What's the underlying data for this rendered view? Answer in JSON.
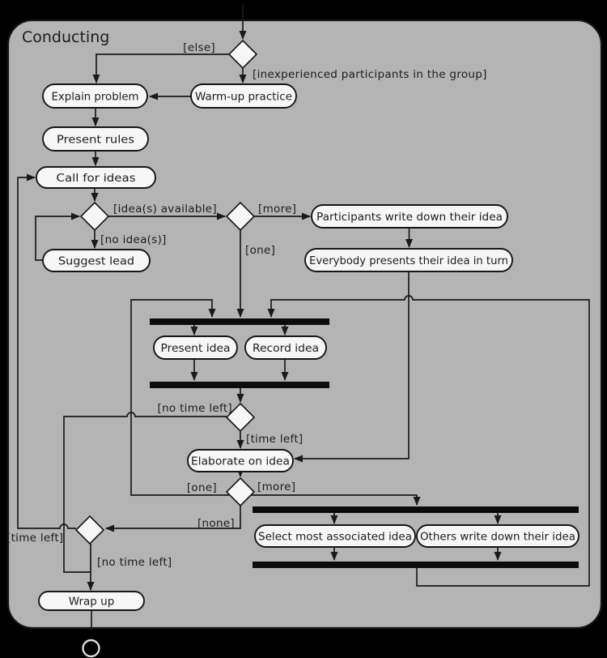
{
  "frame": {
    "title": "Conducting"
  },
  "nodes": {
    "explain_problem": "Explain problem",
    "warm_up": "Warm-up practice",
    "present_rules": "Present rules",
    "call_for_ideas": "Call for ideas",
    "suggest_lead": "Suggest lead",
    "participants_write": "Participants write down their idea",
    "everybody_presents": "Everybody presents their idea in turn",
    "present_idea": "Present idea",
    "record_idea": "Record idea",
    "elaborate": "Elaborate on idea",
    "select_most": "Select most associated idea",
    "others_write": "Others write down their idea",
    "wrap_up": "Wrap up"
  },
  "guards": {
    "else": "[else]",
    "inexperienced": "[inexperienced participants in the group]",
    "ideas_available": "[idea(s) available]",
    "no_ideas": "[no idea(s)]",
    "more_top": "[more]",
    "one_top": "[one]",
    "no_time_left_mid": "[no time left]",
    "time_left_mid": "[time left]",
    "one_bottom": "[one]",
    "more_bottom": "[more]",
    "none": "[none]",
    "time_left_loop": "[time left]",
    "no_time_left_end": "[no time left]"
  },
  "colors": {
    "background": "#000000",
    "frame_fill": "#b4b4b4",
    "frame_border": "#161616",
    "node_fill": "#f6f6f6",
    "node_border": "#161616",
    "bar": "#0c0c0c",
    "edge": "#1a1a1a",
    "text": "#1c1c1c",
    "final_ring": "#dcdcdc"
  }
}
